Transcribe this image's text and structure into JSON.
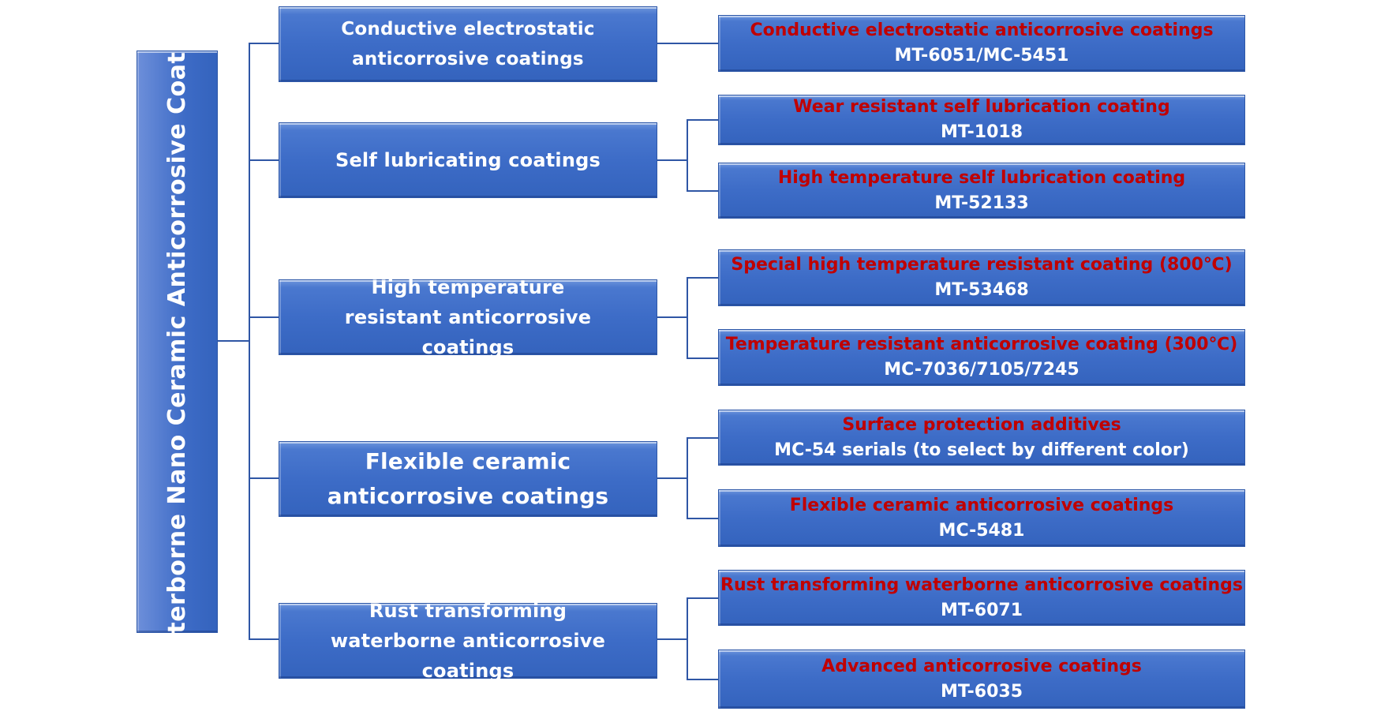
{
  "root": "Waterborne Nano Ceramic Anticorrosive Coating",
  "categories": [
    {
      "label": "Conductive electrostatic anticorrosive coatings",
      "products": [
        {
          "name": "Conductive electrostatic anticorrosive coatings",
          "code": "MT-6051/MC-5451"
        }
      ]
    },
    {
      "label": "Self lubricating coatings",
      "products": [
        {
          "name": "Wear resistant self lubrication coating",
          "code": "MT-1018"
        },
        {
          "name": "High temperature self lubrication coating",
          "code": "MT-52133"
        }
      ]
    },
    {
      "label": "High temperature resistant anticorrosive coatings",
      "products": [
        {
          "name": "Special high temperature resistant coating  (800℃)",
          "code": "MT-53468"
        },
        {
          "name": "Temperature resistant anticorrosive coating  (300℃)",
          "code": "MC-7036/7105/7245"
        }
      ]
    },
    {
      "label": "Flexible ceramic anticorrosive coatings",
      "products": [
        {
          "name": "Surface protection additives",
          "code": "MC-54 serials  (to select by different color)"
        },
        {
          "name": "Flexible ceramic anticorrosive coatings",
          "code": "MC-5481"
        }
      ]
    },
    {
      "label": "Rust transforming waterborne anticorrosive coatings",
      "products": [
        {
          "name": "Rust transforming waterborne anticorrosive coatings",
          "code": "MT-6071"
        },
        {
          "name": "Advanced anticorrosive coatings",
          "code": "MT-6035"
        }
      ]
    }
  ],
  "colors": {
    "box": "#3d6cc7",
    "product_name": "#c00000",
    "line": "#2f56a5"
  }
}
